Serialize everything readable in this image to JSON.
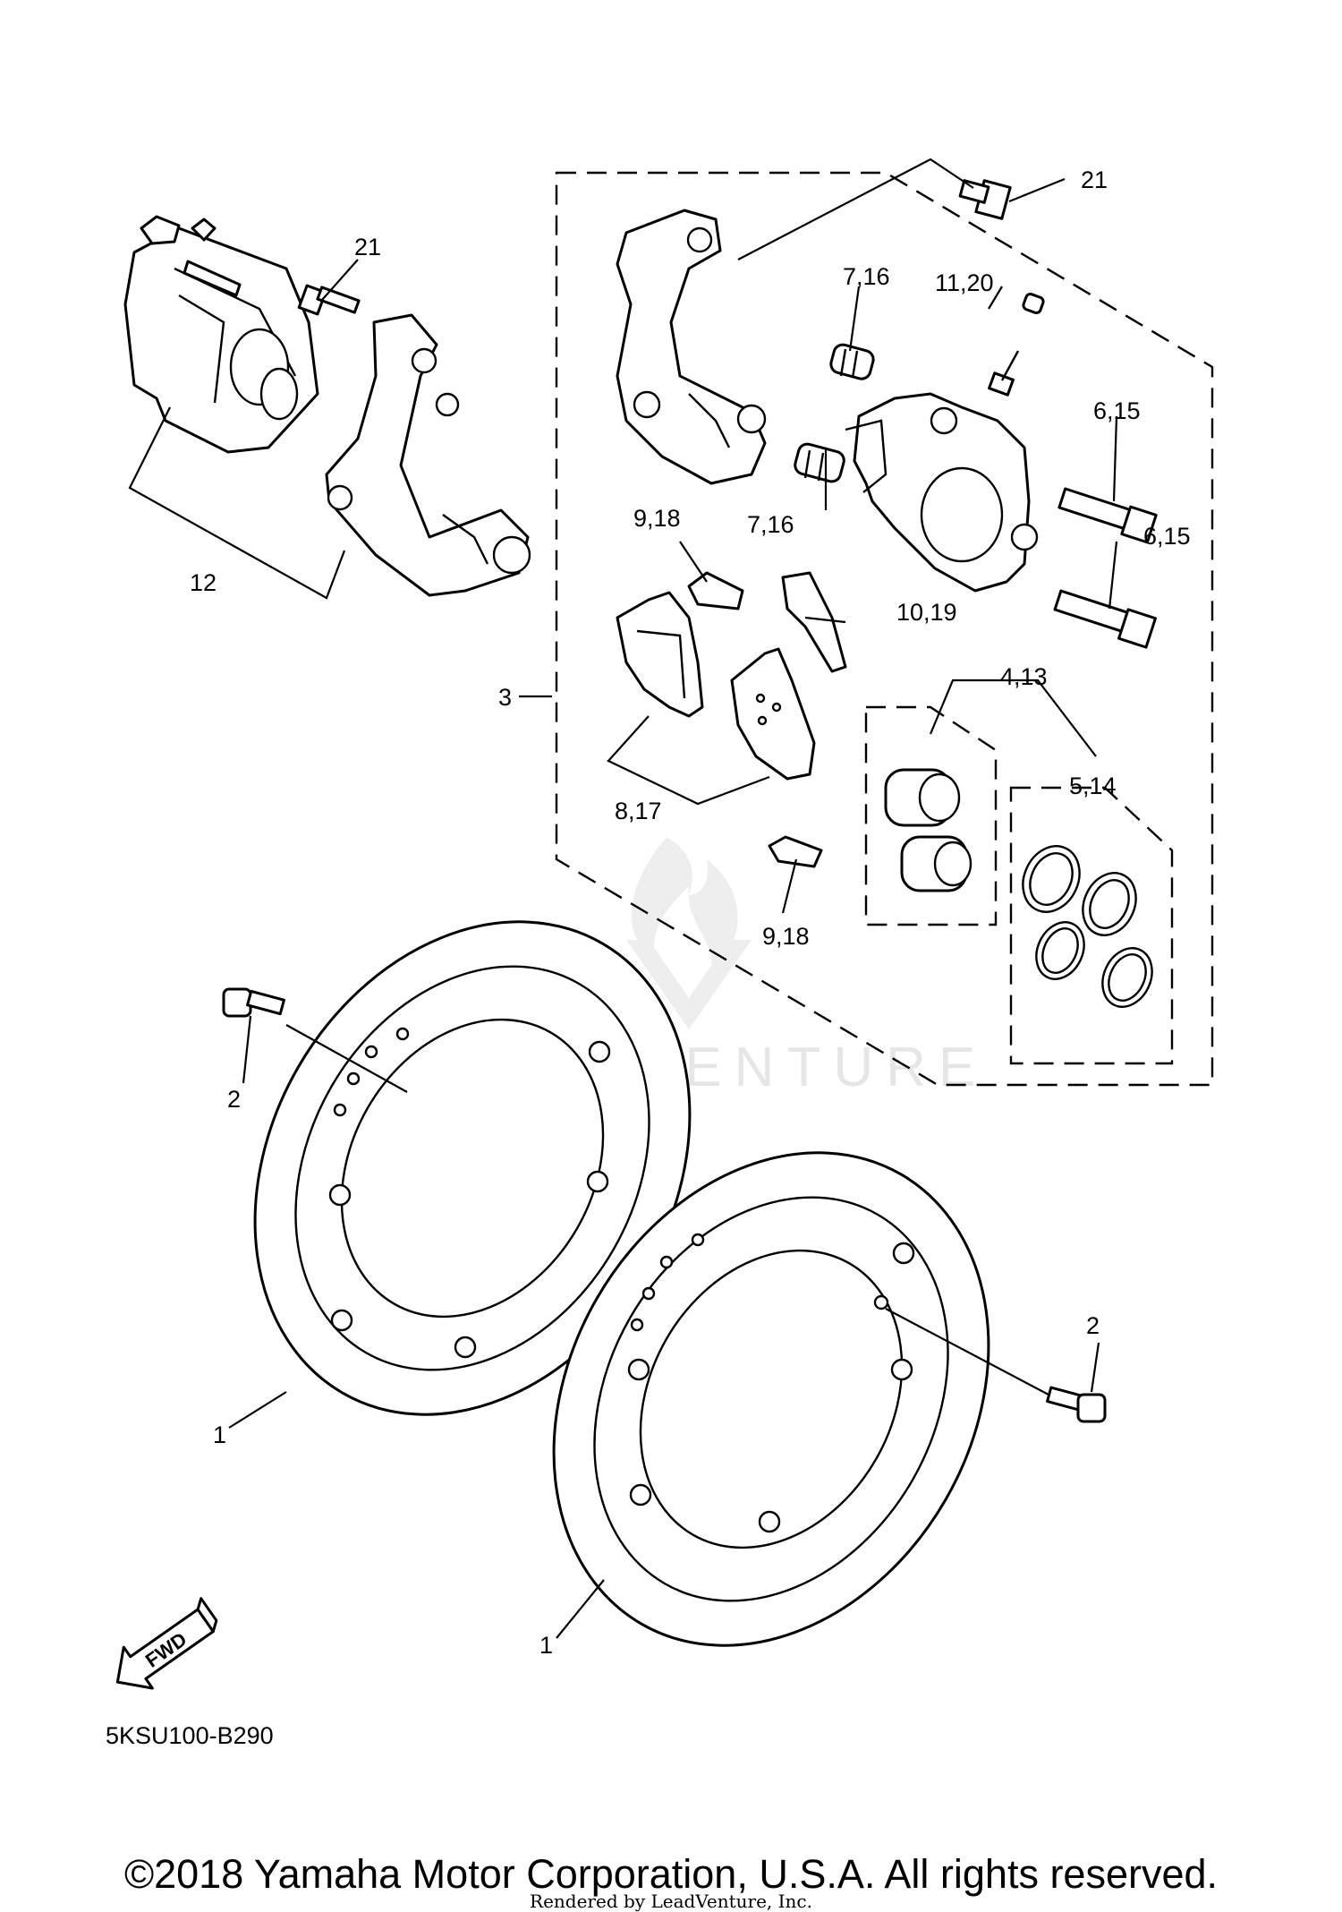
{
  "callouts": {
    "c21_left": "21",
    "c21_right": "21",
    "c12": "12",
    "c3": "3",
    "c7_16_top": "7,16",
    "c7_16_bottom": "7,16",
    "c11_20": "11,20",
    "c6_15_top": "6,15",
    "c6_15_bottom": "6,15",
    "c9_18_top": "9,18",
    "c9_18_bottom": "9,18",
    "c10_19": "10,19",
    "c8_17": "8,17",
    "c4_13": "4,13",
    "c5_14": "5,14",
    "c2_left": "2",
    "c2_right": "2",
    "c1_left": "1",
    "c1_bottom": "1"
  },
  "fwd_label": "FWD",
  "diagram_code": "5KSU100-B290",
  "watermark_text": "LEADVENTURE",
  "copyright": "©2018 Yamaha Motor Corporation, U.S.A. All rights reserved.",
  "rendered_by": "Rendered by LeadVenture, Inc."
}
